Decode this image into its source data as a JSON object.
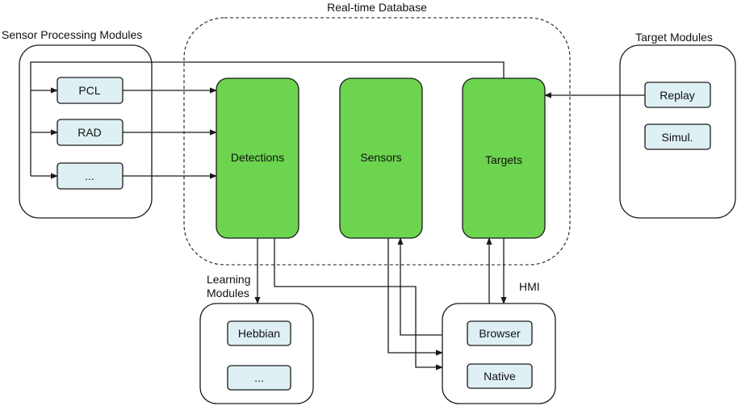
{
  "colors": {
    "store_fill": "#6cd44f",
    "module_fill": "#dff0f4",
    "stroke": "#1a1a1a"
  },
  "database": {
    "title": "Real-time Database"
  },
  "sensor_group": {
    "title": "Sensor Processing Modules",
    "items": [
      "PCL",
      "RAD",
      "..."
    ]
  },
  "target_group": {
    "title": "Target Modules",
    "items": [
      "Replay",
      "Simul."
    ]
  },
  "learning_group": {
    "title_line1": "Learning",
    "title_line2": "Modules",
    "items": [
      "Hebbian",
      "..."
    ]
  },
  "hmi_group": {
    "title": "HMI",
    "items": [
      "Browser",
      "Native"
    ]
  },
  "stores": [
    "Detections",
    "Sensors",
    "Targets"
  ]
}
